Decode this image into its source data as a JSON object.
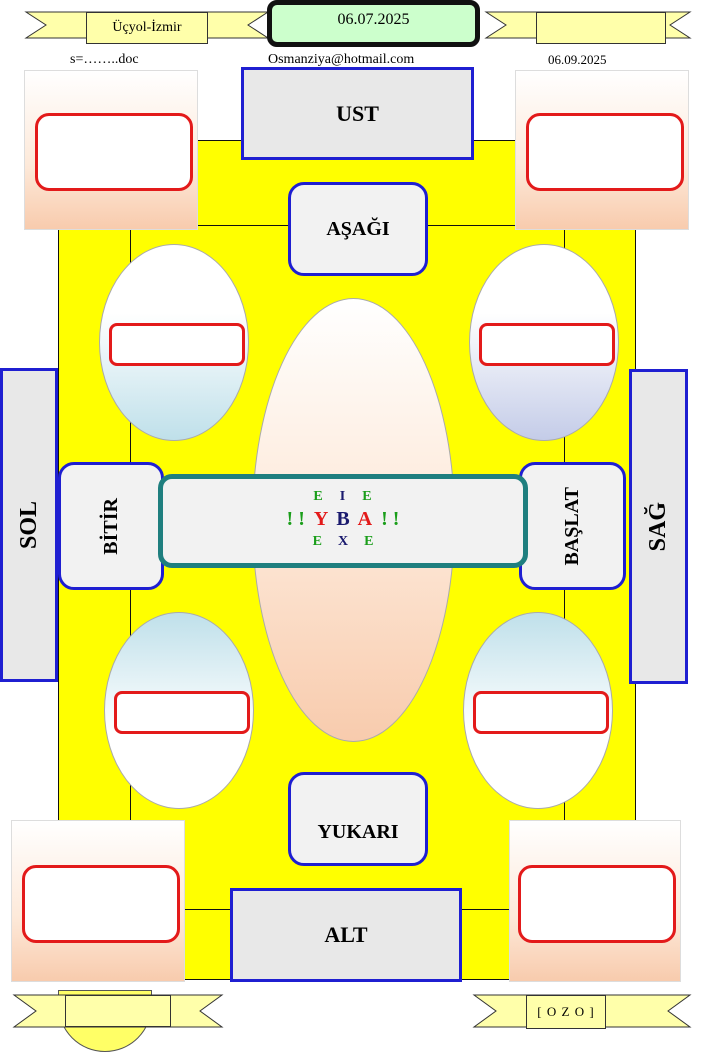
{
  "header": {
    "location_label": "Üçyol-İzmir",
    "date_primary": "06.07.2025",
    "file_label": "s=……..doc",
    "email": "Osmanziya@hotmail.com",
    "date_secondary": "06.09.2025"
  },
  "directions": {
    "top": "UST",
    "down_label": "AŞAĞI",
    "left": "SOL",
    "right": "SAĞ",
    "finish": "BİTİR",
    "start": "BAŞLAT",
    "up_label": "YUKARI",
    "bottom": "ALT"
  },
  "center_panel": {
    "row_top": [
      "E",
      "I",
      "E"
    ],
    "row_mid_prefix": "! !",
    "row_mid_letters": [
      "Y",
      "B",
      "A"
    ],
    "row_mid_suffix": "! !",
    "row_bottom": [
      "E",
      "X",
      "E"
    ],
    "colors": {
      "green": "#1a9e1a",
      "red": "#e31a1a",
      "navy": "#1a1a6e"
    }
  },
  "footer": {
    "right_label": "[ O Z O ]"
  },
  "colors": {
    "table_yellow": "#ffff00",
    "border_blue": "#1f1fd1",
    "teal": "#1f7f7f",
    "header_green": "#ccffcc"
  }
}
